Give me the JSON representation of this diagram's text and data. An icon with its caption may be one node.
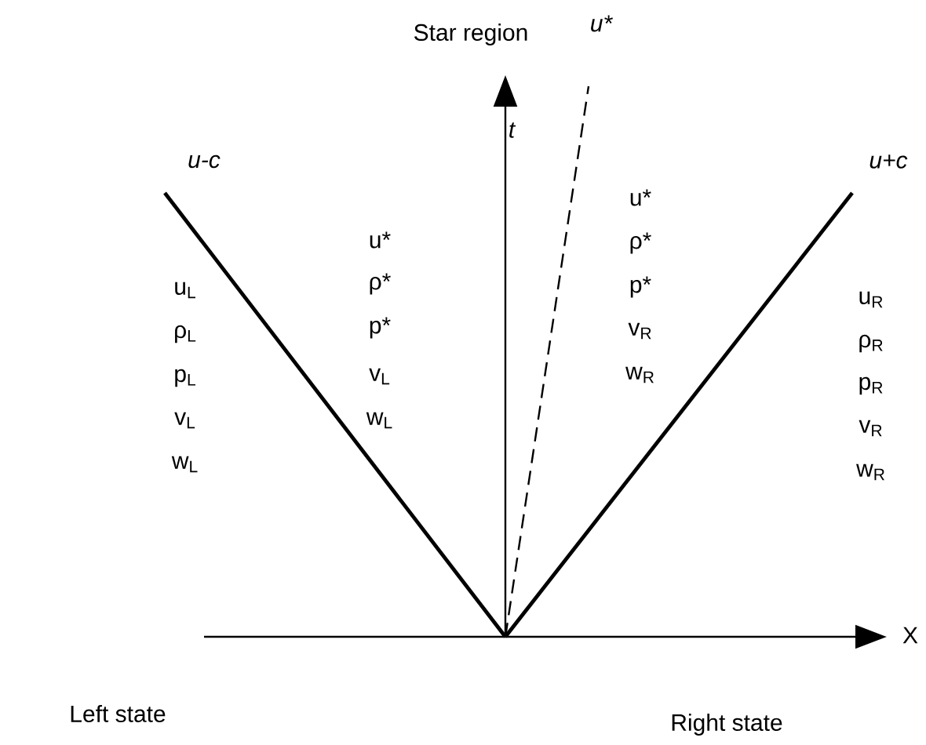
{
  "diagram": {
    "labels": [
      "Star region",
      "u*",
      "t",
      "u-c",
      "u+c",
      "u$_{L}$",
      "ρ$_{L}$",
      "p$_{L}$",
      "v$_{L}$",
      "w$_{L}$",
      "u*",
      "ρ*",
      "p*",
      "v$_{L}$",
      "w$_{L}$",
      "u*",
      "ρ*",
      "p*",
      "v$_{R}$",
      "w$_{R}$",
      "u$_{R}$",
      "ρ$_{R}$",
      "p$_{R}$",
      "v$_{R}$",
      "w$_{R}$",
      "X",
      "Left state",
      "Right state"
    ]
  }
}
